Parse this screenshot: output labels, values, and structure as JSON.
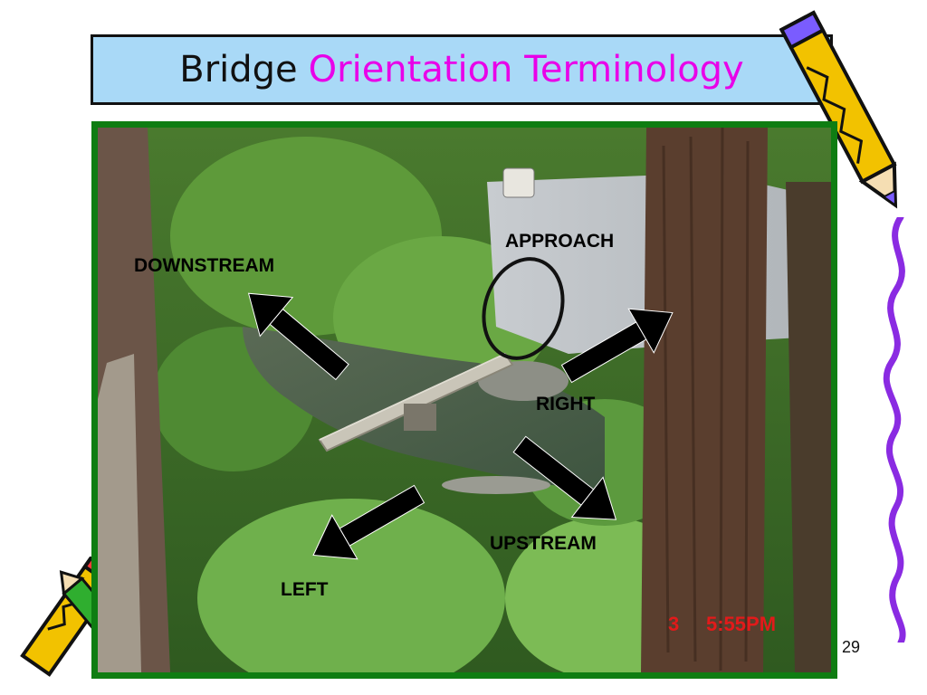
{
  "slide": {
    "title_plain": "Bridge",
    "title_accent": "Orientation Terminology",
    "page_number": "29"
  },
  "labels": {
    "approach": "APPROACH",
    "downstream": "DOWNSTREAM",
    "right": "RIGHT",
    "upstream": "UPSTREAM",
    "left": "LEFT"
  },
  "photo": {
    "timestamp_day": "3",
    "timestamp_time": "5:55PM"
  },
  "colors": {
    "title_bg": "#a9d9f7",
    "title_accent": "#e800e8",
    "frame_border": "#0f7d12",
    "timestamp": "#e21a1a"
  },
  "icons": [
    "pencil-icon-top-right",
    "pencil-icon-bottom-left",
    "wavy-line-decoration",
    "arrow-icon"
  ]
}
